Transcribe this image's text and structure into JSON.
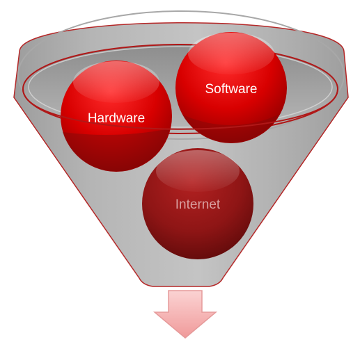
{
  "diagram": {
    "type": "funnel",
    "items": [
      {
        "label": "Hardware",
        "color": "#d40000"
      },
      {
        "label": "Software",
        "color": "#d40000"
      },
      {
        "label": "Internet",
        "color": "#9a1515"
      }
    ],
    "funnel_color": "#a8a8a8",
    "rim_color": "#b01818",
    "arrow_color": "#f4b6b6",
    "arrow_icon": "down-arrow-icon"
  }
}
